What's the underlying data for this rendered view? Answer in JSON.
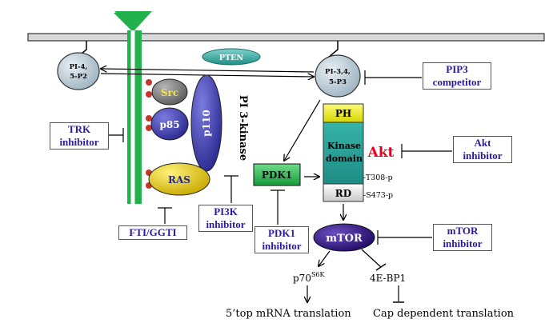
{
  "molecules": {
    "pi45p2": {
      "l1": "PI-4,",
      "l2": "5-P2"
    },
    "pi345p3": {
      "l1": "PI-3,4,",
      "l2": "5-P3"
    },
    "pten": "PTEN",
    "src": "Src",
    "p85": "p85",
    "p110": "p110",
    "pi3kinase": "PI 3-kinase",
    "ras": "RAS",
    "pdk1": "PDK1",
    "ph": "PH",
    "kinase_l1": "Kinase",
    "kinase_l2": "domain",
    "rd": "RD",
    "akt": "Akt",
    "t308": "-T308-p",
    "s473": "-S473-p",
    "mtor": "mTOR",
    "p70": "p70",
    "p70_sup": "S6K",
    "4ebp1": "4E-BP1"
  },
  "inhibitors": {
    "trk": {
      "l1": "TRK",
      "l2": "inhibitor"
    },
    "pip3": {
      "l1": "PIP3",
      "l2": "competitor"
    },
    "akt": {
      "l1": "Akt",
      "l2": "inhibitor"
    },
    "fti": {
      "l1": "FTI/GGTI"
    },
    "pi3k": {
      "l1": "PI3K",
      "l2": "inhibitor"
    },
    "pdk1": {
      "l1": "PDK1",
      "l2": "inhibitor"
    },
    "mtor": {
      "l1": "mTOR",
      "l2": "inhibitor"
    }
  },
  "outputs": {
    "mrna": "5’top mRNA translation",
    "cap": "Cap dependent translation"
  },
  "colors": {
    "receptor": "#22b14c",
    "pdk1": "#22b14c",
    "ph": "#e8e800",
    "kinase": "#2aa39a",
    "mtor": "#2a0a6e",
    "akt_text": "#e8001c",
    "inhibitor_text": "#2b1aa0",
    "pten": "#2aa39a",
    "p85": "#3a3aa8",
    "p110": "#3a3aa8",
    "src": "#777777",
    "ras": "#e6c800",
    "phospho_dot": "#c0392b"
  }
}
